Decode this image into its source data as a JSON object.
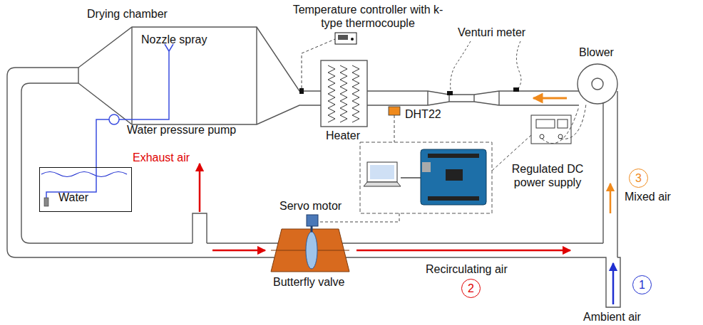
{
  "diagram": {
    "nodes": [
      {
        "text": [
          "Water"
        ]
      },
      {
        "text": [
          "3"
        ]
      },
      {
        "text": [
          "2"
        ]
      },
      {
        "text": [
          "1"
        ]
      }
    ],
    "labels": [
      "Drying chamber",
      "Temperature controller with k-type thermocouple",
      "Nozzle spray",
      "Venturi meter",
      "Blower",
      "DHT22",
      "Heater",
      "Water pressure pump",
      "Exhaust air",
      "Regulated DC power supply",
      "Mixed air",
      "Servo motor",
      "Butterfly valve",
      "Recirculating air",
      "Ambient air"
    ]
  }
}
